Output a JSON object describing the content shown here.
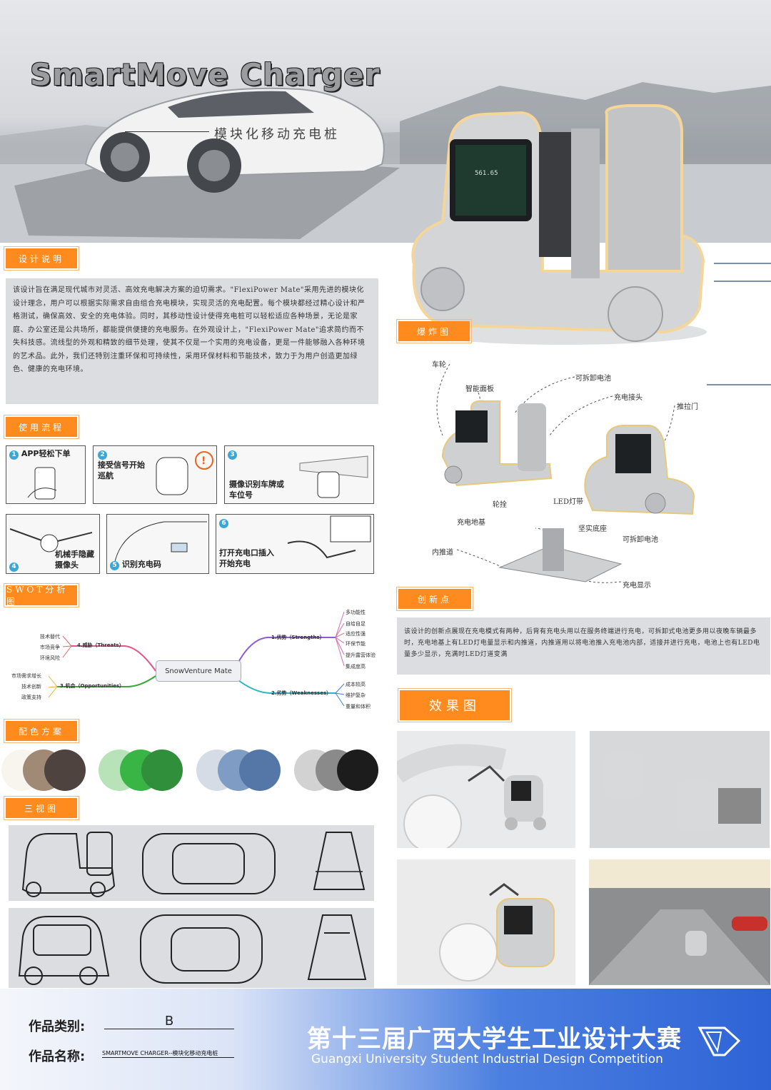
{
  "header": {
    "title": "SmartMove Charger",
    "subtitle": "模块化移动充电桩"
  },
  "screen_display": {
    "value": "561.65"
  },
  "design_intro": {
    "label": "设计说明",
    "text": "该设计旨在满足现代城市对灵活、高效充电解决方案的迫切需求。\"FlexiPower Mate\"采用先进的模块化设计理念，用户可以根据实际需求自由组合充电模块，实现灵活的充电配置。每个模块都经过精心设计和严格测试，确保高效、安全的充电体验。同时，其移动性设计使得充电桩可以轻松适应各种场景，无论是家庭、办公室还是公共场所，都能提供便捷的充电服务。在外观设计上，\"FlexiPower Mate\"追求简约而不失科技感。流线型的外观和精致的细节处理，使其不仅是一个实用的充电设备，更是一件能够融入各种环境的艺术品。此外，我们还特别注重环保和可持续性，采用环保材料和节能技术，致力于为用户创造更加绿色、健康的充电环境。"
  },
  "usage": {
    "label": "使用流程",
    "steps": [
      {
        "num": "1",
        "text": "APP轻松下单"
      },
      {
        "num": "2",
        "text": "接受信号开始巡航"
      },
      {
        "num": "3",
        "text": "摄像识别车牌或车位号"
      },
      {
        "num": "4",
        "text": "机械手隐藏摄像头"
      },
      {
        "num": "5",
        "text": "识别充电码"
      },
      {
        "num": "6",
        "text": "打开充电口插入开始充电"
      }
    ]
  },
  "swot": {
    "label": "SWOT分析图",
    "center": "SnowVenture Mate",
    "strengths": {
      "title": "1.优势（Strengths）",
      "items": [
        "多功能性",
        "自给自足",
        "适应性强",
        "环保节能",
        "提升露营体验",
        "集成度高"
      ]
    },
    "weaknesses": {
      "title": "2.劣势（Weaknesses）",
      "items": [
        "成本较高",
        "维护复杂",
        "重量和体积"
      ]
    },
    "opportunities": {
      "title": "3.机会（Opportunities）",
      "items": [
        "市场需求增长",
        "技术创新",
        "政策支持"
      ]
    },
    "threats": {
      "title": "4.威胁（Threats）",
      "items": [
        "技术替代",
        "市场竞争",
        "环境风险"
      ]
    }
  },
  "color_scheme": {
    "label": "配色方案",
    "groups": [
      [
        "#f8f4ee",
        "#a08a75",
        "#4f4340"
      ],
      [
        "#b8e3b8",
        "#39b546",
        "#2f8f3a"
      ],
      [
        "#d6dce6",
        "#7e9cc4",
        "#5577a8"
      ],
      [
        "#d2d2d2",
        "#8a8a8a",
        "#1c1c1c"
      ]
    ]
  },
  "three_view": {
    "label": "三视图"
  },
  "explode": {
    "label": "爆炸图",
    "labels": [
      "车轮",
      "智能面板",
      "可拆卸电池",
      "充电接头",
      "推拉门",
      "轮拴",
      "LED灯带",
      "充电地基",
      "坚实底座",
      "可拆卸电池",
      "内推道",
      "充电显示"
    ]
  },
  "innovation": {
    "label": "创新点",
    "text": "该设计的创新点展现在充电模式有两种，后背有充电头用以在服务终端进行充电，可拆卸式电池更多用以夜晚车辆最多时，充电地基上有LED灯电量显示和内推道，内推道用以将电池推入充电池内部，适接并进行充电，电池上也有LED电量多少显示，充满时LED灯道变满"
  },
  "renders": {
    "label": "效果图"
  },
  "footer": {
    "category_label": "作品类别:",
    "category_value": "B",
    "name_label": "作品名称:",
    "name_value": "SMARTMOVE CHARGER--模块化移动充电桩",
    "competition_cn": "第十三届广西大学生工业设计大赛",
    "competition_en": "Guangxi University Student Industrial Design Competition"
  }
}
